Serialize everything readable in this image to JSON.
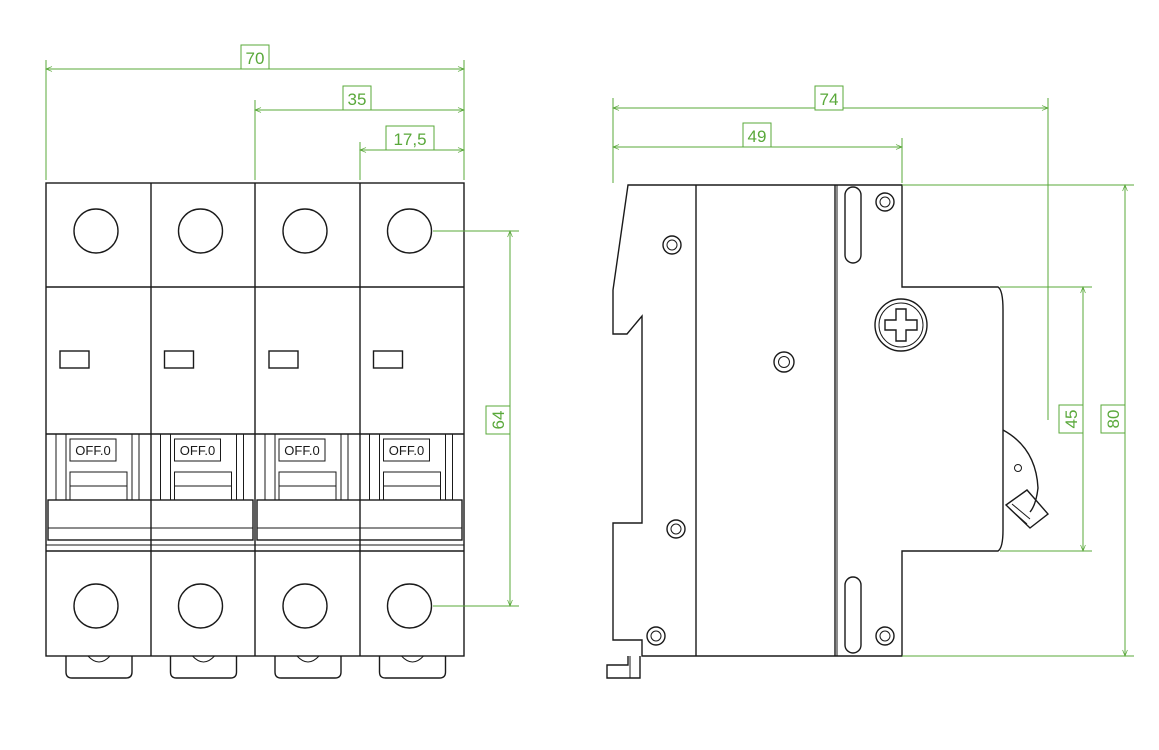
{
  "colors": {
    "line": "#1a1a1a",
    "dimension": "#59a83a"
  },
  "front_view": {
    "poles": 4,
    "switch_label": "OFF.0",
    "dimensions": {
      "total_width": "70",
      "two_poles": "35",
      "pole_width": "17,5",
      "terminal_spacing": "64"
    }
  },
  "side_view": {
    "dimensions": {
      "depth": "74",
      "rail_to_face": "49",
      "front_height": "45",
      "height": "80"
    },
    "icons": [
      "screw-head-icon"
    ]
  }
}
